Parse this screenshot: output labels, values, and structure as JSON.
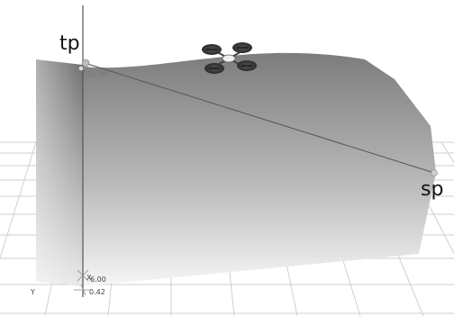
{
  "viewport": {
    "point_labels": {
      "top": "tp",
      "side": "sp"
    },
    "point_coordinate_label": "250.80",
    "axis_labels": {
      "x": "X",
      "y": "Y"
    },
    "axis_readouts": {
      "x_value": "6.00",
      "y_value": "0.42"
    }
  },
  "colors": {
    "background": "#ffffff",
    "grid": "#c9c9c9",
    "surface_dark": "#7a7a7a",
    "surface_light": "#e6e6e6",
    "axis": "#666666",
    "drone_rotor": "#3a3a3a",
    "drone_body": "#eeeeee"
  },
  "icons": [
    "drone-icon"
  ]
}
